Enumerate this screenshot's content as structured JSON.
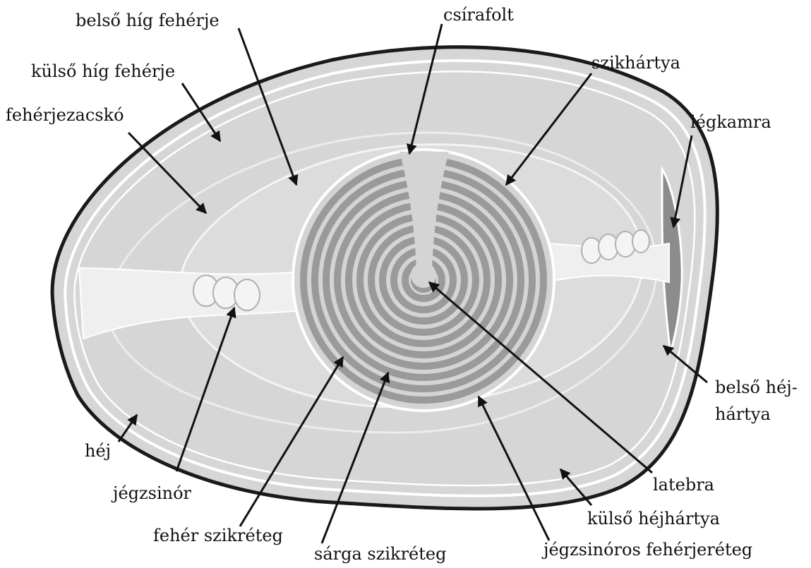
{
  "labels": {
    "belso_hig_feherje": "belső híg fehérje",
    "kulso_hig_feherje": "külső híg fehérje",
    "feherjezacsko": "fehérjezacskó",
    "csirafolt": "csírafolt",
    "szikhartya": "szikhártya",
    "legkamra": "légkamra",
    "belso_hejhartya_line1": "belső héj-",
    "belso_hejhartya_line2": "hártya",
    "hej": "héj",
    "jegzsinor": "jégzsinór",
    "feher_szikreteg": "fehér szikréteg",
    "sarga_szikreteg": "sárga szikréteg",
    "jegzsinoros_feherjereteg": "jégzsinóros fehérjeréteg",
    "kulso_hejhartya": "külső héjhártya",
    "latebra": "latebra"
  },
  "colors": {
    "shell": "#1a1a1a",
    "albumen": "#d6d6d6",
    "inner_albumen": "#dcdcdc",
    "chalaza": "#efefef",
    "yolk_dark": "#9a9a9a",
    "yolk_light": "#d4d4d4",
    "air_cell": "#8c8c8c",
    "membrane": "#ffffff",
    "arrow": "#111111"
  }
}
